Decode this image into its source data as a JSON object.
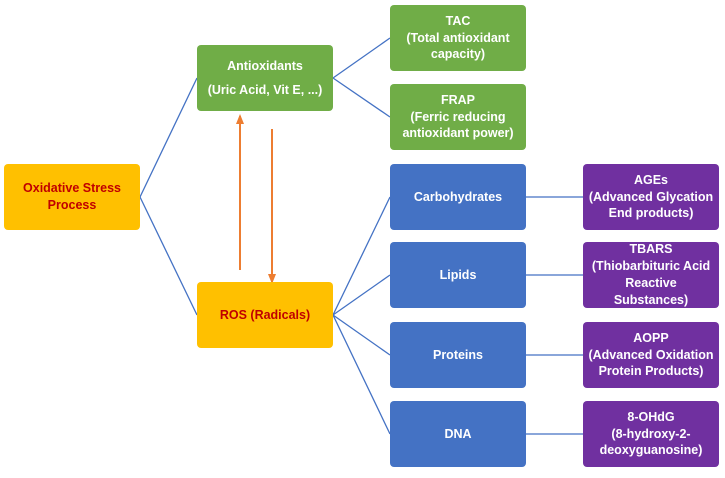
{
  "colors": {
    "root": "#ffc000",
    "root_text": "#c00000",
    "antioxidant": "#70ad47",
    "macromolecule": "#4472c4",
    "marker": "#7030a0",
    "connector": "#4472c4",
    "arrow": "#ed7d31"
  },
  "root": {
    "line1": "Oxidative Stress",
    "line2": "Process"
  },
  "ros": {
    "label": "ROS (Radicals)"
  },
  "antioxidants": {
    "title": "Antioxidants",
    "subtitle": "(Uric Acid, Vit E, ...)"
  },
  "antioxidant_assays": [
    {
      "title": "TAC",
      "lines": [
        "(Total antioxidant",
        "capacity)"
      ]
    },
    {
      "title": "FRAP",
      "lines": [
        "(Ferric reducing",
        "antioxidant power)"
      ]
    }
  ],
  "targets": [
    {
      "label": "Carbohydrates",
      "marker": {
        "title": "AGEs",
        "lines": [
          "(Advanced Glycation",
          "End products)"
        ]
      }
    },
    {
      "label": "Lipids",
      "marker": {
        "title": "TBARS",
        "lines": [
          "(Thiobarbituric Acid",
          "Reactive Substances)"
        ]
      }
    },
    {
      "label": "Proteins",
      "marker": {
        "title": "AOPP",
        "lines": [
          "(Advanced Oxidation",
          "Protein Products)"
        ]
      }
    },
    {
      "label": "DNA",
      "marker": {
        "title": "8-OHdG",
        "lines": [
          "(8-hydroxy-2-",
          "deoxyguanosine)"
        ]
      }
    }
  ]
}
